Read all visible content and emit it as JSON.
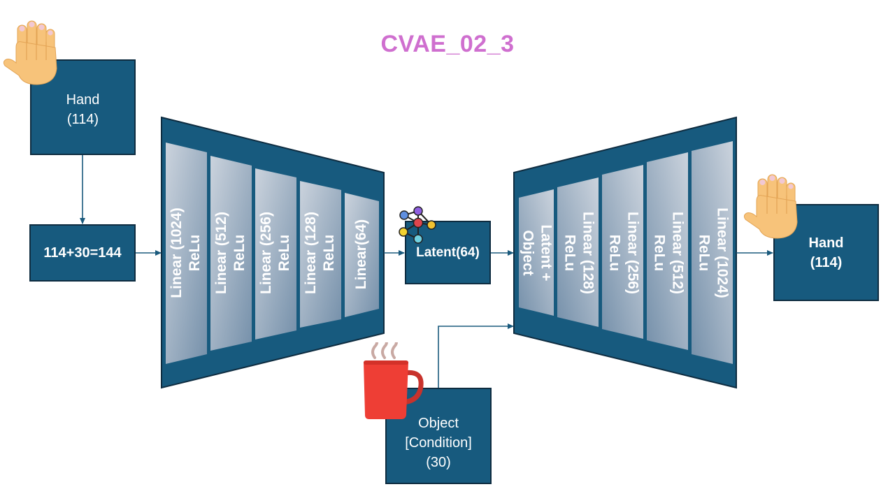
{
  "title": "CVAE_02_3",
  "colors": {
    "box_fill": "#175a7e",
    "title": "#cf6fcf",
    "layer_gradient_start": "#cbd3dd",
    "layer_gradient_end": "#7590aa",
    "arrow": "#1a5a7d"
  },
  "input_hand": {
    "line1": "Hand",
    "line2": "(114)",
    "icon": "raised-hand-icon"
  },
  "concat": {
    "label": "114+30=144"
  },
  "encoder": {
    "layers": [
      {
        "line1": "Linear (1024)",
        "line2": "ReLu"
      },
      {
        "line1": "Linear (512)",
        "line2": "ReLu"
      },
      {
        "line1": "Linear (256)",
        "line2": "ReLu"
      },
      {
        "line1": "Linear (128)",
        "line2": "ReLu"
      },
      {
        "line1": "Linear(64)",
        "line2": ""
      }
    ]
  },
  "latent": {
    "label": "Latent(64)",
    "icon": "network-nodes-icon"
  },
  "condition": {
    "line1": "Object",
    "line2": "[Condition]",
    "line3": "(30)",
    "icon": "coffee-mug-icon"
  },
  "decoder": {
    "layers": [
      {
        "line1": "Latent +",
        "line2": "Object"
      },
      {
        "line1": "Linear (128)",
        "line2": "ReLu"
      },
      {
        "line1": "Linear (256)",
        "line2": "ReLu"
      },
      {
        "line1": "Linear (512)",
        "line2": "ReLu"
      },
      {
        "line1": "Linear (1024)",
        "line2": "ReLu"
      }
    ]
  },
  "output_hand": {
    "line1": "Hand",
    "line2": "(114)",
    "icon": "raised-hand-icon"
  }
}
